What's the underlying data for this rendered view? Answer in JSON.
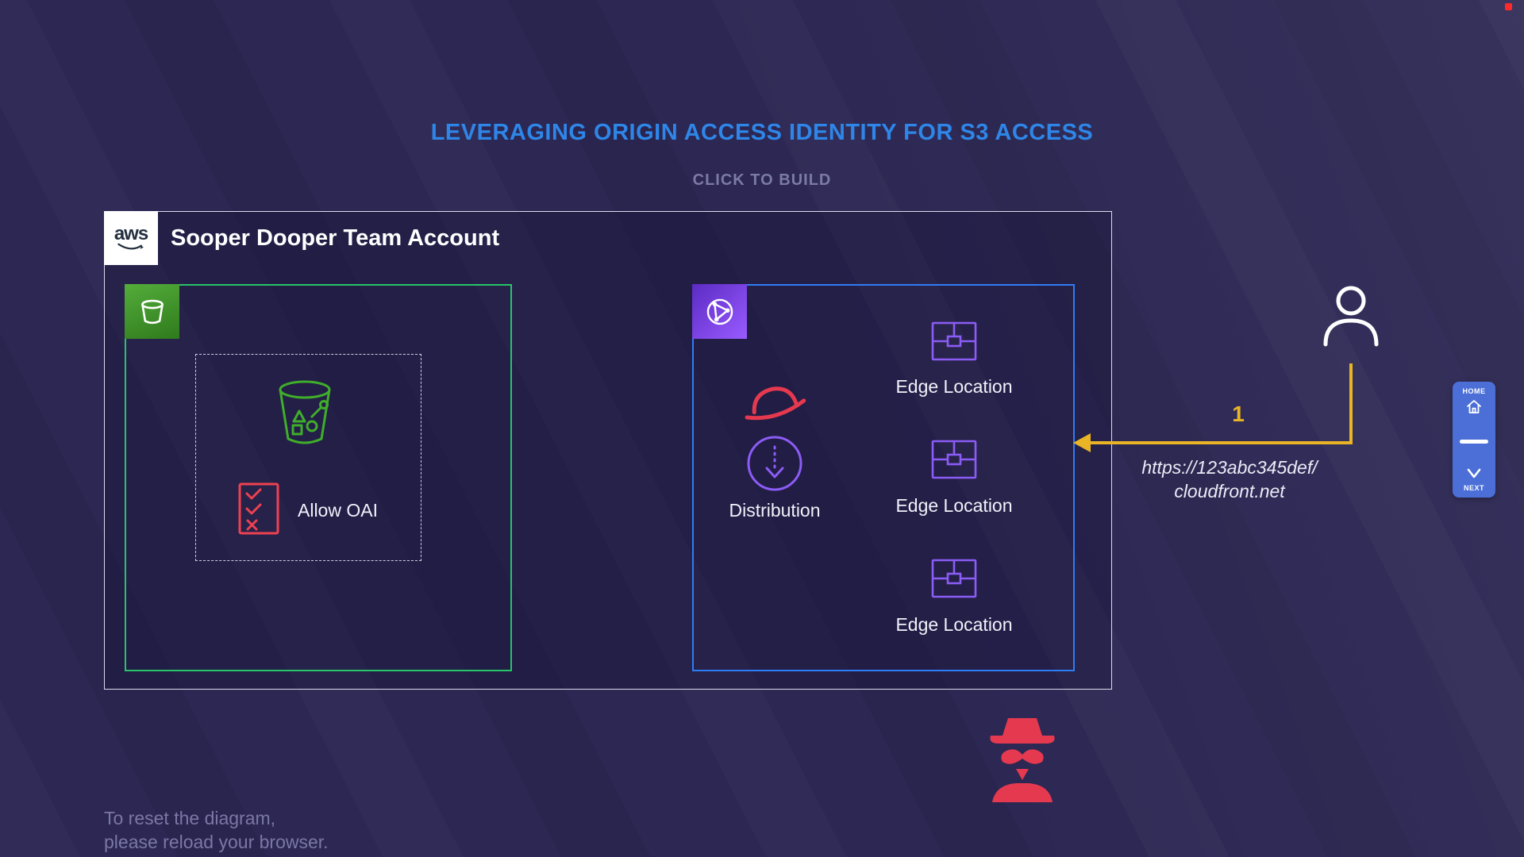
{
  "page": {
    "title": "LEVERAGING ORIGIN ACCESS IDENTITY FOR S3 ACCESS",
    "subtitle": "CLICK TO BUILD",
    "reset_note_1": "To reset the diagram,",
    "reset_note_2": "please reload your browser."
  },
  "account": {
    "label": "Sooper Dooper Team Account",
    "aws_logo": "aws"
  },
  "s3": {
    "allow_oai_label": "Allow OAI"
  },
  "cloudfront": {
    "distribution_label": "Distribution",
    "edge_locations": [
      "Edge Location",
      "Edge Location",
      "Edge Location"
    ]
  },
  "request": {
    "step_number": "1",
    "url_line1": "https://123abc345def/",
    "url_line2": "cloudfront.net"
  },
  "nav": {
    "home_label": "HOME",
    "next_label": "NEXT"
  },
  "icons": {
    "account_badge": "aws-logo",
    "s3_badge": "s3-bucket-icon",
    "bucket": "s3-bucket-objects-icon",
    "policy": "policy-checklist-icon",
    "cloudfront_badge": "cloudfront-globe-icon",
    "hat": "red-hat-icon",
    "distribution": "distribution-download-icon",
    "edge": "edge-location-icon",
    "user": "user-icon",
    "hacker": "hacker-icon",
    "home": "home-icon",
    "next": "chevron-down-icon"
  },
  "colors": {
    "background": "#2C2753",
    "title_blue": "#2E86E8",
    "s3_green": "#27C468",
    "bucket_green": "#3FAE2A",
    "cloudfront_blue": "#2E7DF5",
    "purple": "#8B5CF6",
    "red": "#E5394F",
    "yellow": "#E9B425",
    "nav_blue": "#4B6FD7"
  }
}
